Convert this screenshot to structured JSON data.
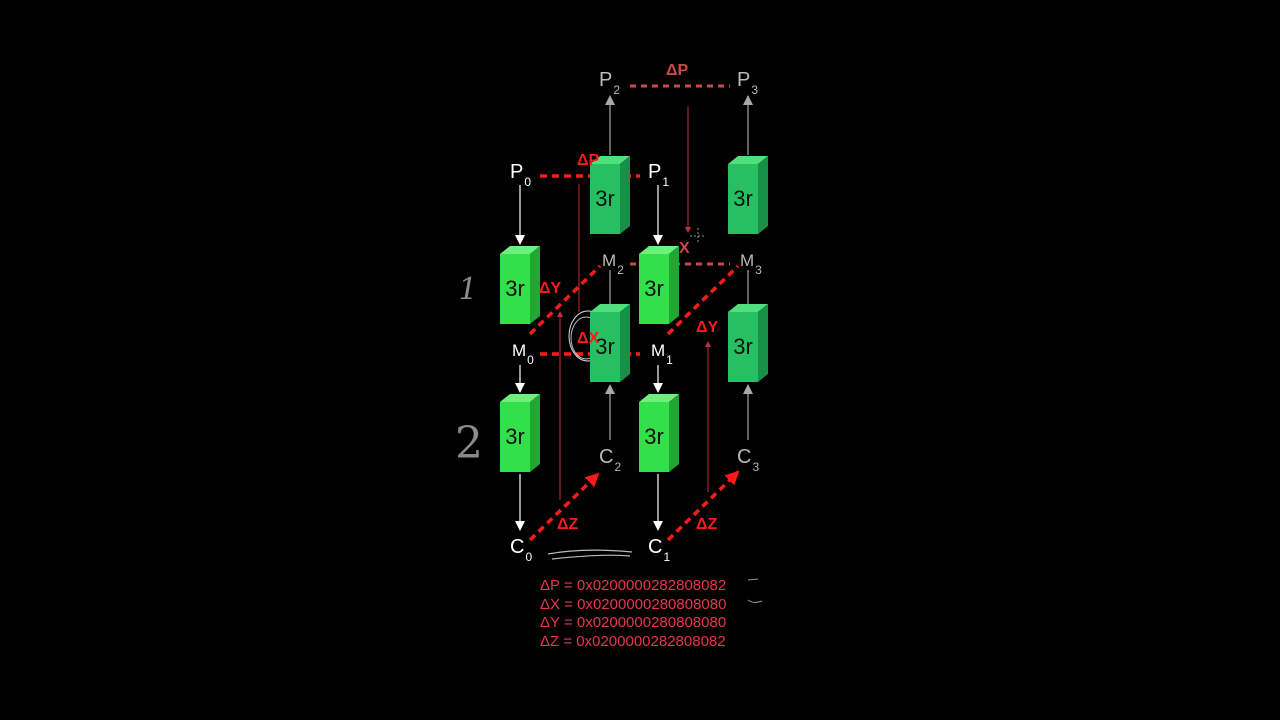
{
  "nodes": {
    "P0": {
      "letter": "P",
      "sub": "0"
    },
    "P1": {
      "letter": "P",
      "sub": "1"
    },
    "P2": {
      "letter": "P",
      "sub": "2"
    },
    "P3": {
      "letter": "P",
      "sub": "3"
    },
    "M0": {
      "letter": "M",
      "sub": "0"
    },
    "M1": {
      "letter": "M",
      "sub": "1"
    },
    "M2": {
      "letter": "M",
      "sub": "2"
    },
    "M3": {
      "letter": "M",
      "sub": "3"
    },
    "C0": {
      "letter": "C",
      "sub": "0"
    },
    "C1": {
      "letter": "C",
      "sub": "1"
    },
    "C2": {
      "letter": "C",
      "sub": "2"
    },
    "C3": {
      "letter": "C",
      "sub": "3"
    }
  },
  "round_box_label": "3r",
  "diff_labels": {
    "dp_front": "ΔP",
    "dp_back": "ΔP",
    "dx_front": "ΔX",
    "dx_back": "X",
    "dy_left": "ΔY",
    "dy_right": "ΔY",
    "dz_left": "ΔZ",
    "dz_right": "ΔZ"
  },
  "equations": [
    "ΔP = 0x0200000282808082",
    "ΔX = 0x0200000280808080",
    "ΔY = 0x0200000280808080",
    "ΔZ = 0x0200000282808082"
  ],
  "margin_notes": {
    "one": "1",
    "two": "2"
  },
  "colors": {
    "background": "#000000",
    "front_round": "#33e04a",
    "back_round": "#26c062",
    "difference_front": "#ff1a1a",
    "difference_back": "#c84a4a",
    "equation_text": "#e8364a"
  }
}
